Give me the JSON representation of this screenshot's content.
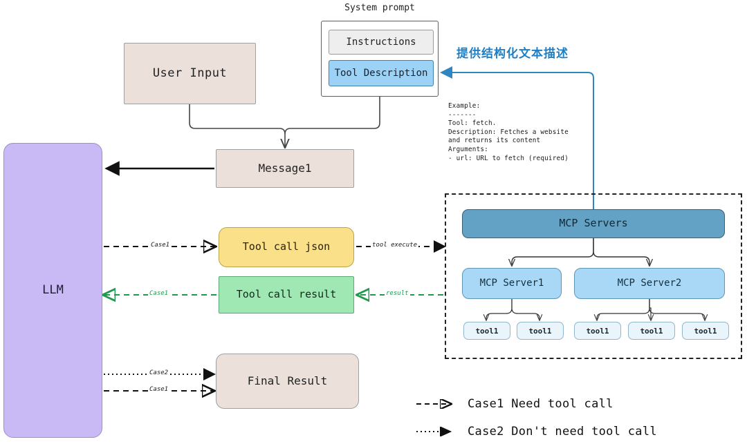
{
  "diagram": {
    "title": "LLM MCP tool-calling flow",
    "colors": {
      "beige": "#ebe0da",
      "llm_purple": "#c9b9f5",
      "tool_json_yellow": "#fbe08a",
      "tool_result_green": "#9fe8b4",
      "mcp_servers_blue": "#63a2c4",
      "mcp_server_light_blue": "#a8d8f5",
      "tool_chip_blue": "#e9f4fb",
      "accent_blue": "#1f7fc4",
      "green_arrow": "#1f9a4d"
    }
  },
  "nodes": {
    "user_input": "User Input",
    "system_prompt_title": "System prompt",
    "instructions": "Instructions",
    "tool_description": "Tool Description",
    "message1": "Message1",
    "llm": "LLM",
    "tool_call_json": "Tool call json",
    "tool_call_result": "Tool call result",
    "final_result": "Final Result",
    "mcp_servers": "MCP Servers",
    "mcp_server1": "MCP Server1",
    "mcp_server2": "MCP Server2",
    "tools": [
      "tool1",
      "tool1",
      "tool1",
      "tool1",
      "tool1"
    ]
  },
  "annotations": {
    "cn_note": "提供结构化文本描述",
    "example_block": "Example:\n-------\nTool: fetch.\nDescription: Fetches a website\nand returns its content\nArguments:\n- url: URL to fetch (required)"
  },
  "edge_labels": {
    "case1_to_json": "Case1",
    "case1_from_result": "Case1",
    "tool_execute": "tool execute",
    "result": "result",
    "case2_final": "Case2",
    "case1_final": "Case1"
  },
  "legend": {
    "rows": [
      {
        "style": "dashed",
        "label": "Case1 Need tool call"
      },
      {
        "style": "dotted",
        "label": "Case2 Don't need tool call"
      }
    ]
  }
}
